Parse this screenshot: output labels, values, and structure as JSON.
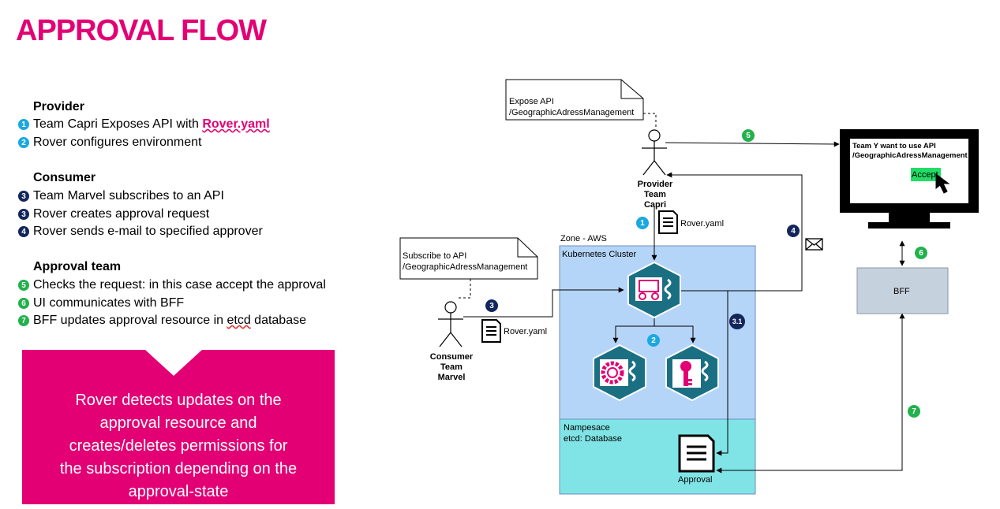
{
  "title": "APPROVAL FLOW",
  "provider": {
    "heading": "Provider",
    "items": [
      {
        "num": "1",
        "pre": "Team Capri Exposes API with ",
        "highlight": "Rover.yaml"
      },
      {
        "num": "2",
        "text": "Rover configures environment"
      }
    ]
  },
  "consumer": {
    "heading": "Consumer",
    "items": [
      {
        "num": "3",
        "text": "Team Marvel subscribes to an API"
      },
      {
        "num": "3",
        "text": "Rover creates approval request"
      },
      {
        "num": "4",
        "text": "Rover sends e-mail to specified approver"
      }
    ]
  },
  "approval_team": {
    "heading": "Approval team",
    "items": [
      {
        "num": "5",
        "text": "Checks the request: in this case accept the approval"
      },
      {
        "num": "6",
        "text": "UI communicates with BFF"
      },
      {
        "num": "7",
        "pre": "BFF updates approval resource in ",
        "underlined": "etcd",
        "post": " database"
      }
    ]
  },
  "callout": {
    "lines": [
      "Rover detects updates on the",
      "approval resource and",
      "creates/deletes permissions for",
      "the subscription depending on the",
      "approval-state"
    ]
  },
  "diagram": {
    "expose_note": {
      "line1": "Expose API",
      "line2": "/GeographicAdressManagement"
    },
    "subscribe_note": {
      "line1": "Subscribe to API",
      "line2": "/GeographicAdressManagement"
    },
    "provider_actor": {
      "line1": "Provider",
      "line2": "Team",
      "line3": "Capri"
    },
    "consumer_actor": {
      "line1": "Consumer",
      "line2": "Team",
      "line3": "Marvel"
    },
    "rover_doc_provider": "Rover.yaml",
    "rover_doc_consumer": "Rover.yaml",
    "zone_label": "Zone - AWS",
    "cluster_label": "Kubernetes Cluster",
    "namespace_label": {
      "line1": "Nampesace",
      "line2": "etcd: Database"
    },
    "approval_label": "Approval",
    "bff_label": "BFF",
    "monitor": {
      "line1": "Team Y want to use API",
      "line2": "/GeographicAdressManagement",
      "accept": "Accept"
    },
    "badges": {
      "b1": "1",
      "b2": "2",
      "b3": "3",
      "b31": "3.1",
      "b4": "4",
      "b5": "5",
      "b6": "6",
      "b7": "7"
    }
  },
  "colors": {
    "magenta": "#e20074",
    "cyan": "#1ba8e0",
    "navy": "#13265c",
    "green": "#22b14c",
    "cluster_blue": "#b5d5f8",
    "namespace_teal": "#80e4e6",
    "bff_gray": "#c6d1de",
    "k8s_teal": "#1b6f83"
  }
}
